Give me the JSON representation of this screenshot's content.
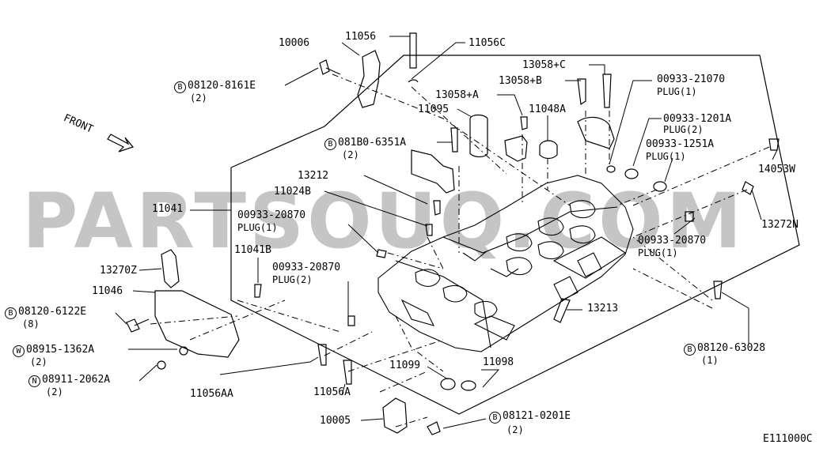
{
  "watermark": "PARTSOUQ.COM",
  "front_label": "FRONT",
  "diagram_code": "E111000C",
  "labels": {
    "p10006": "10006",
    "p11056": "11056",
    "p11056c": "11056C",
    "p08120_8161e": {
      "prefix": "B",
      "text": "08120-8161E",
      "qty": "(2)"
    },
    "p13058c": "13058+C",
    "p13058b": "13058+B",
    "p13058a": "13058+A",
    "p00933_21070": {
      "text": "00933-21070",
      "plug": "PLUG(1)"
    },
    "p11095": "11095",
    "p11048a": "11048A",
    "p00933_1201a": {
      "text": "00933-1201A",
      "plug": "PLUG(2)"
    },
    "p081b0_6351a": {
      "prefix": "B",
      "text": "081B0-6351A",
      "qty": "(2)"
    },
    "p00933_1251a": {
      "text": "00933-1251A",
      "plug": "PLUG(1)"
    },
    "p14053w": "14053W",
    "p13212": "13212",
    "p11024b": "11024B",
    "p11041": "11041",
    "p00933_20870_a": {
      "text": "00933-20870",
      "plug": "PLUG(1)"
    },
    "p13272n": "13272N",
    "p00933_20870_b": {
      "text": "00933-20870",
      "plug": "PLUG(1)"
    },
    "p11041b": "11041B",
    "p13270z": "13270Z",
    "p00933_20870_c": {
      "text": "00933-20870",
      "plug": "PLUG(2)"
    },
    "p11046": "11046",
    "p08120_6122e": {
      "prefix": "B",
      "text": "08120-6122E",
      "qty": "(8)"
    },
    "p13213": "13213",
    "p08915_1362a": {
      "prefix": "W",
      "text": "08915-1362A",
      "qty": "(2)"
    },
    "p08120_63028": {
      "prefix": "B",
      "text": "08120-63028",
      "qty": "(1)"
    },
    "p11099": "11099",
    "p11098": "11098",
    "p08911_2062a": {
      "prefix": "N",
      "text": "08911-2062A",
      "qty": "(2)"
    },
    "p11056aa": "11056AA",
    "p11056a": "11056A",
    "p10005": "10005",
    "p08121_0201e": {
      "prefix": "B",
      "text": "08121-0201E",
      "qty": "(2)"
    }
  }
}
